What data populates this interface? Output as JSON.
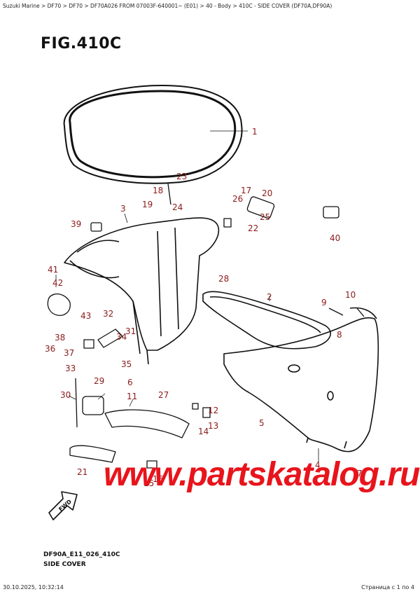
{
  "header": {
    "breadcrumb": "Suzuki Marine > DF70 > DF70 > DF70A026 FROM 07003F-640001~ (E01) > 40 - Body > 410C - SIDE COVER (DF70A,DF90A)"
  },
  "figure": {
    "title": "FIG.410C",
    "code": "DF90A_E11_026_410C",
    "subtitle": "SIDE COVER",
    "fwd_label": "FWD",
    "callouts": [
      "1",
      "2",
      "3",
      "4",
      "5",
      "6",
      "7",
      "8",
      "9",
      "10",
      "11",
      "12",
      "13",
      "14",
      "15",
      "16",
      "17",
      "18",
      "19",
      "20",
      "21",
      "22",
      "23",
      "24",
      "25",
      "26",
      "27",
      "28",
      "29",
      "30",
      "31",
      "32",
      "33",
      "34",
      "35",
      "36",
      "37",
      "38",
      "39",
      "40",
      "41",
      "42",
      "43"
    ]
  },
  "watermark": {
    "text": "www.partskatalog.ru"
  },
  "footer": {
    "timestamp": "30.10.2025, 10:32:14",
    "page": "Страница с 1 по 4"
  },
  "colors": {
    "callout": "#8b1a1a",
    "line": "#111111",
    "watermark": "#e8141c"
  }
}
